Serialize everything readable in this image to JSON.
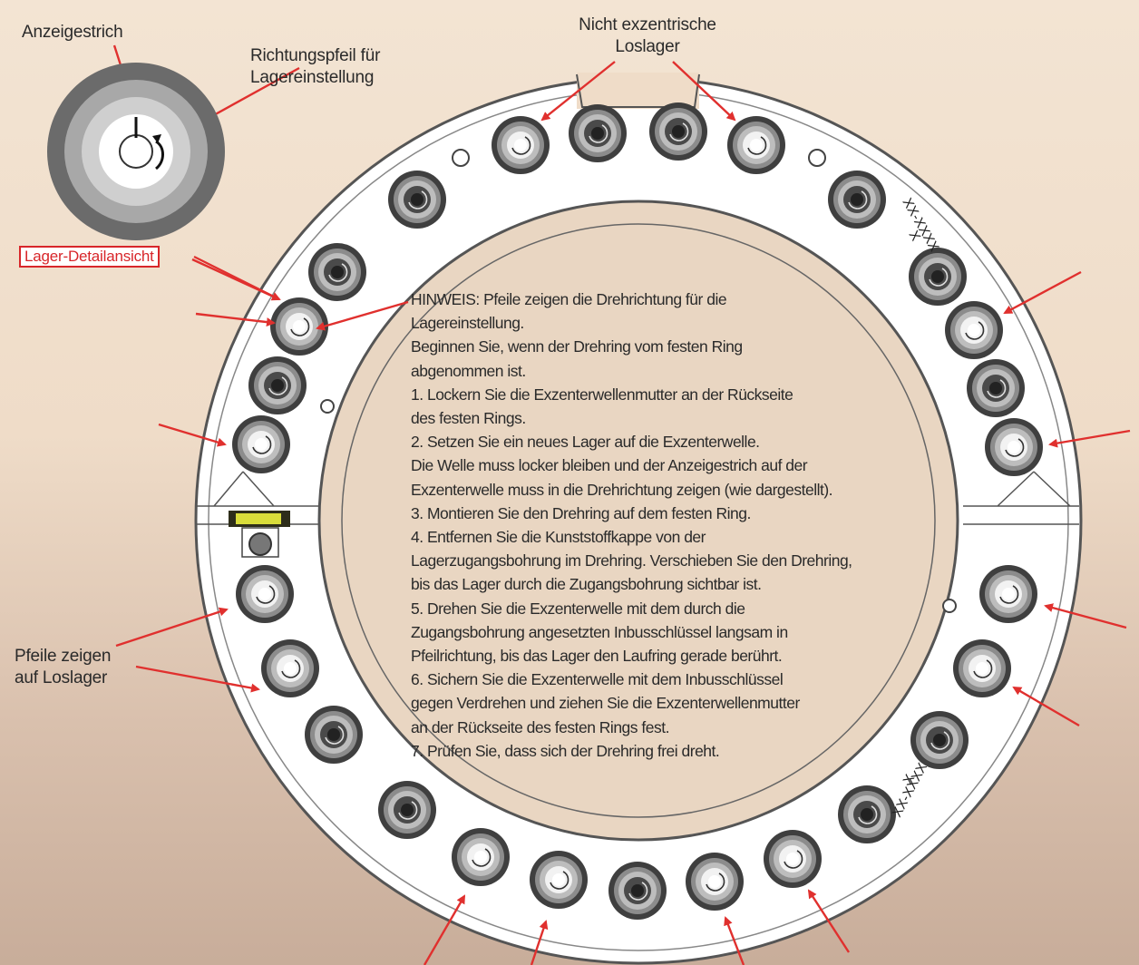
{
  "labels": {
    "indicator_line": "Anzeigestrich",
    "direction_arrow": [
      "Richtungspfeil für",
      "Lagereinstellung"
    ],
    "detail_view": "Lager-Detailansicht",
    "non_eccentric": [
      "Nicht exzentrische",
      "Loslager"
    ],
    "arrows_point": [
      "Pfeile zeigen",
      "auf Loslager"
    ],
    "part_number_top": "XX-XXXX",
    "part_suffix_top": "X",
    "part_number_bottom": "XX-XXXX",
    "part_suffix_bottom": "X"
  },
  "note_lines": [
    "HINWEIS: Pfeile zeigen die Drehrichtung für die",
    "Lagereinstellung.",
    "Beginnen Sie, wenn der Drehring vom festen Ring",
    "abgenommen ist.",
    "1. Lockern Sie die Exzenterwellenmutter an der Rückseite",
    "des festen Rings.",
    "2. Setzen Sie ein neues Lager auf die Exzenterwelle.",
    "Die Welle muss locker bleiben und der Anzeigestrich auf der",
    "Exzenterwelle muss in die Drehrichtung zeigen (wie dargestellt).",
    "3. Montieren Sie den Drehring auf dem festen Ring.",
    "4. Entfernen Sie die Kunststoffkappe von der",
    "Lagerzugangsbohrung im Drehring. Verschieben Sie den Drehring,",
    "bis das Lager durch die Zugangsbohrung sichtbar ist.",
    "5. Drehen Sie die Exzenterwelle mit dem durch die",
    "Zugangsbohrung angesetzten Inbusschlüssel langsam in",
    "Pfeilrichtung, bis das Lager den Laufring gerade berührt.",
    "6. Sichern Sie die Exzenterwelle mit dem Inbusschlüssel",
    "gegen Verdrehen und ziehen Sie die Exzenterwellenmutter",
    "an der Rückseite des festen Rings fest.",
    "7. Prüfen Sie, dass sich der Drehring frei dreht."
  ],
  "colors": {
    "arrow": "#e0302e",
    "ring_fill": "#ffffff",
    "ring_stroke": "#555555",
    "bearing_outer": "#4a4a4a",
    "detail_label": "#d8262a"
  }
}
